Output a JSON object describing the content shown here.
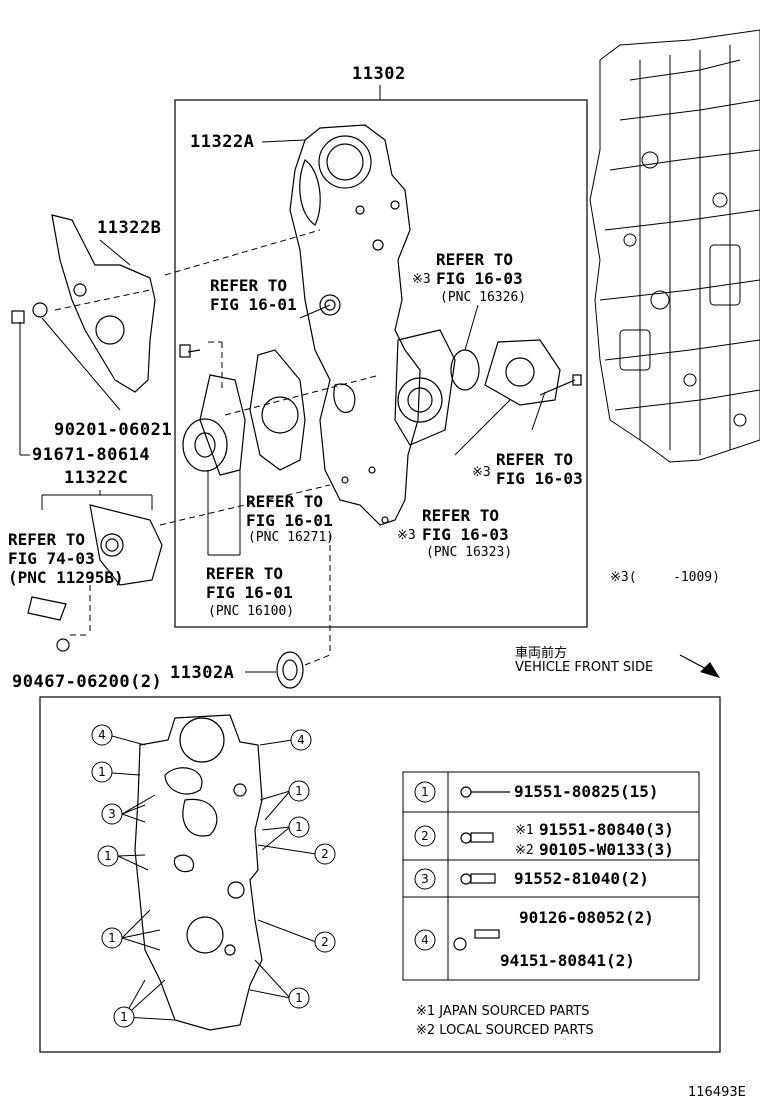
{
  "parts": {
    "main_assembly": "11302",
    "gasket_a": "11322A",
    "gasket_b": "11322B",
    "gasket_c": "11322C",
    "oil_seal": "11302A",
    "bolt_90201": "90201-06021",
    "bolt_91671": "91671-80614",
    "plug_90467": "90467-06200(2)"
  },
  "refs": {
    "r1": {
      "line1": "REFER TO",
      "line2": "FIG 16-01"
    },
    "r2": {
      "mark": "※3",
      "line1": "REFER TO",
      "line2": "FIG 16-03",
      "pnc": "(PNC 16326)"
    },
    "r3": {
      "mark": "※3",
      "line1": "REFER TO",
      "line2": "FIG 16-03"
    },
    "r4": {
      "line1": "REFER TO",
      "line2": "FIG 16-01",
      "pnc": "(PNC 16271)"
    },
    "r5": {
      "mark": "※3",
      "line1": "REFER TO",
      "line2": "FIG 16-03",
      "pnc": "(PNC 16323)"
    },
    "r6": {
      "line1": "REFER TO",
      "line2": "FIG 16-01",
      "pnc": "(PNC 16100)"
    },
    "r7": {
      "line1": "REFER TO",
      "line2": "FIG 74-03",
      "pnc": "(PNC 11295B)"
    }
  },
  "notes": {
    "mark3": "※3(",
    "mark3_date": "-1009)",
    "front_jp": "車両前方",
    "front_en": "VEHICLE FRONT SIDE",
    "footnote1": "※1 JAPAN SOURCED PARTS",
    "footnote2": "※2 LOCAL SOURCED PARTS",
    "figure_id": "116493E"
  },
  "bolt_table": [
    {
      "num": "1",
      "parts": [
        {
          "prefix": "",
          "pn": "91551-80825(15)"
        }
      ]
    },
    {
      "num": "2",
      "parts": [
        {
          "prefix": "※1",
          "pn": "91551-80840(3)"
        },
        {
          "prefix": "※2",
          "pn": "90105-W0133(3)"
        }
      ]
    },
    {
      "num": "3",
      "parts": [
        {
          "prefix": "",
          "pn": "91552-81040(2)"
        }
      ]
    },
    {
      "num": "4",
      "parts": [
        {
          "prefix": "",
          "pn": "90126-08052(2)"
        },
        {
          "prefix": "",
          "pn": "94151-80841(2)"
        }
      ]
    }
  ],
  "callouts": [
    "4",
    "1",
    "3",
    "1",
    "1",
    "1",
    "4",
    "1",
    "1",
    "2",
    "2",
    "1"
  ]
}
